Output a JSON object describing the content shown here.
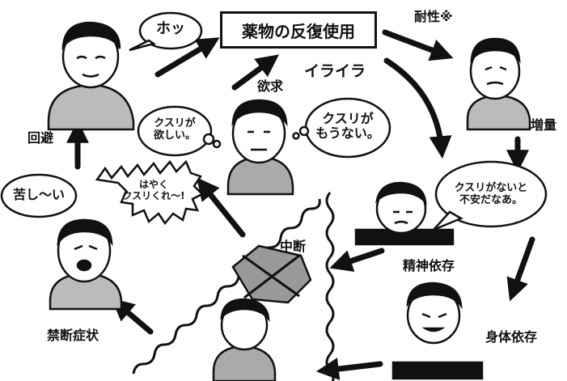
{
  "title": "薬物の反復使用",
  "labels": {
    "tolerance": "耐性※",
    "increase": "増量",
    "irritation": "イライラ",
    "craving": "欲求",
    "avoidance": "回避",
    "interruption": "中断",
    "mental_dependence": "精神依存",
    "physical_dependence": "身体依存",
    "withdrawal": "禁断症状"
  },
  "bubbles": {
    "relief": "ホッ",
    "want": "クスリが\n欲しい。",
    "gone": "クスリが\nもうない。",
    "anxious": "クスリがないと\n不安だなあ。",
    "painful": "苦し〜い",
    "hurry": "はやく\nクスリくれ〜!"
  }
}
